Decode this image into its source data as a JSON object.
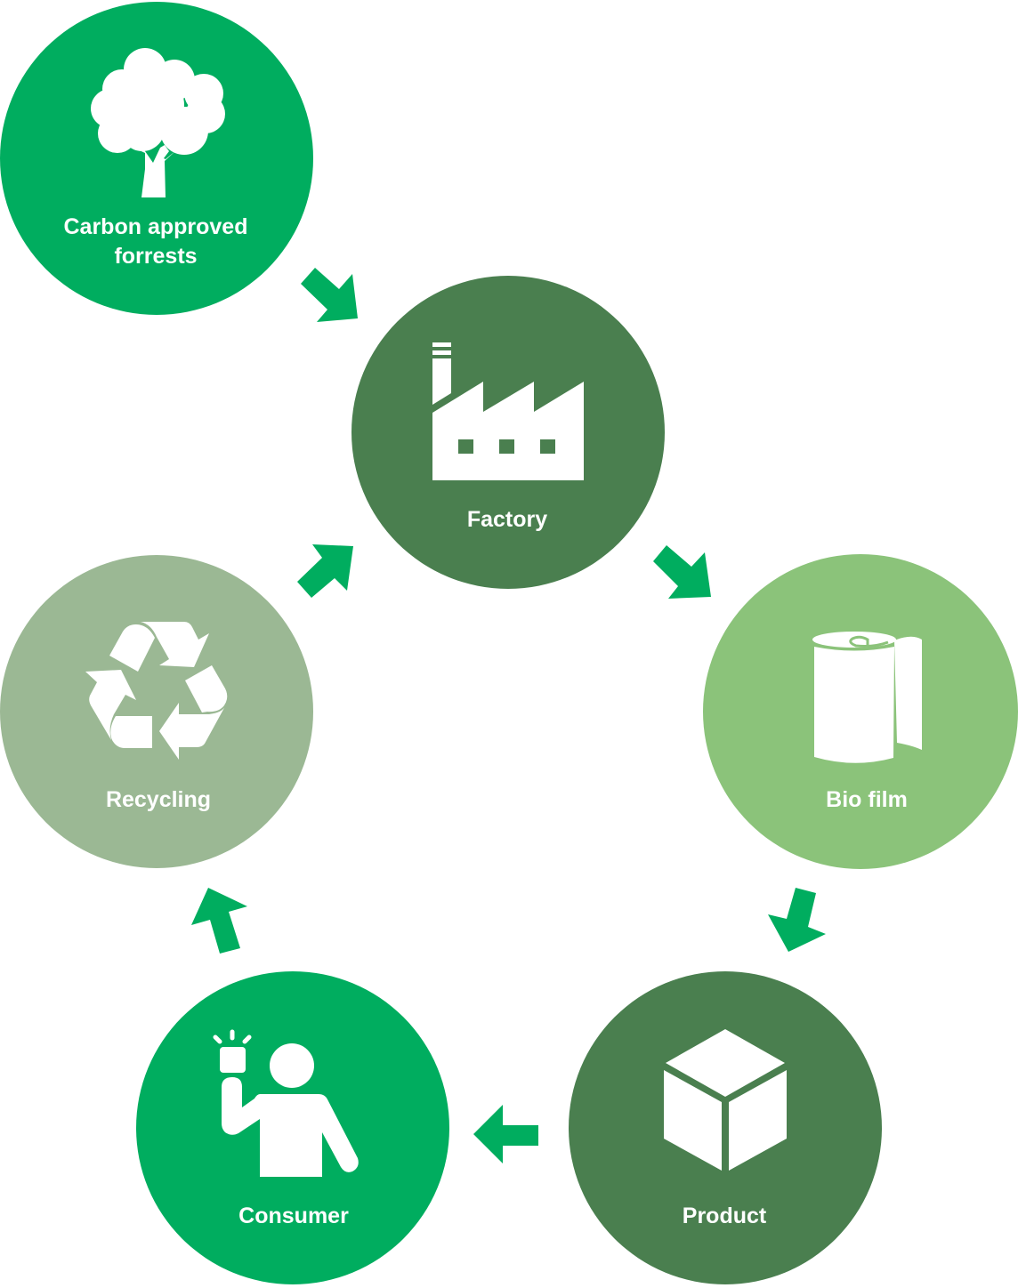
{
  "diagram": {
    "type": "cycle",
    "colors": {
      "arrow": "#00ad5f",
      "icon": "#ffffff",
      "label": "#ffffff"
    },
    "nodes": [
      {
        "id": "forests",
        "label_lines": [
          "Carbon approved",
          "forrests"
        ],
        "icon": "tree-icon",
        "color": "#00ad5f"
      },
      {
        "id": "factory",
        "label_lines": [
          "Factory"
        ],
        "icon": "factory-icon",
        "color": "#4a7f4f"
      },
      {
        "id": "biofilm",
        "label_lines": [
          "Bio film"
        ],
        "icon": "film-roll-icon",
        "color": "#8bc37a"
      },
      {
        "id": "product",
        "label_lines": [
          "Product"
        ],
        "icon": "box-icon",
        "color": "#4a7f4f"
      },
      {
        "id": "consumer",
        "label_lines": [
          "Consumer"
        ],
        "icon": "person-icon",
        "color": "#00ad5f"
      },
      {
        "id": "recycling",
        "label_lines": [
          "Recycling"
        ],
        "icon": "recycle-icon",
        "color": "#9bb894"
      }
    ],
    "edges": [
      {
        "from": "forests",
        "to": "factory"
      },
      {
        "from": "factory",
        "to": "biofilm"
      },
      {
        "from": "biofilm",
        "to": "product"
      },
      {
        "from": "product",
        "to": "consumer"
      },
      {
        "from": "consumer",
        "to": "recycling"
      },
      {
        "from": "recycling",
        "to": "factory"
      }
    ]
  }
}
